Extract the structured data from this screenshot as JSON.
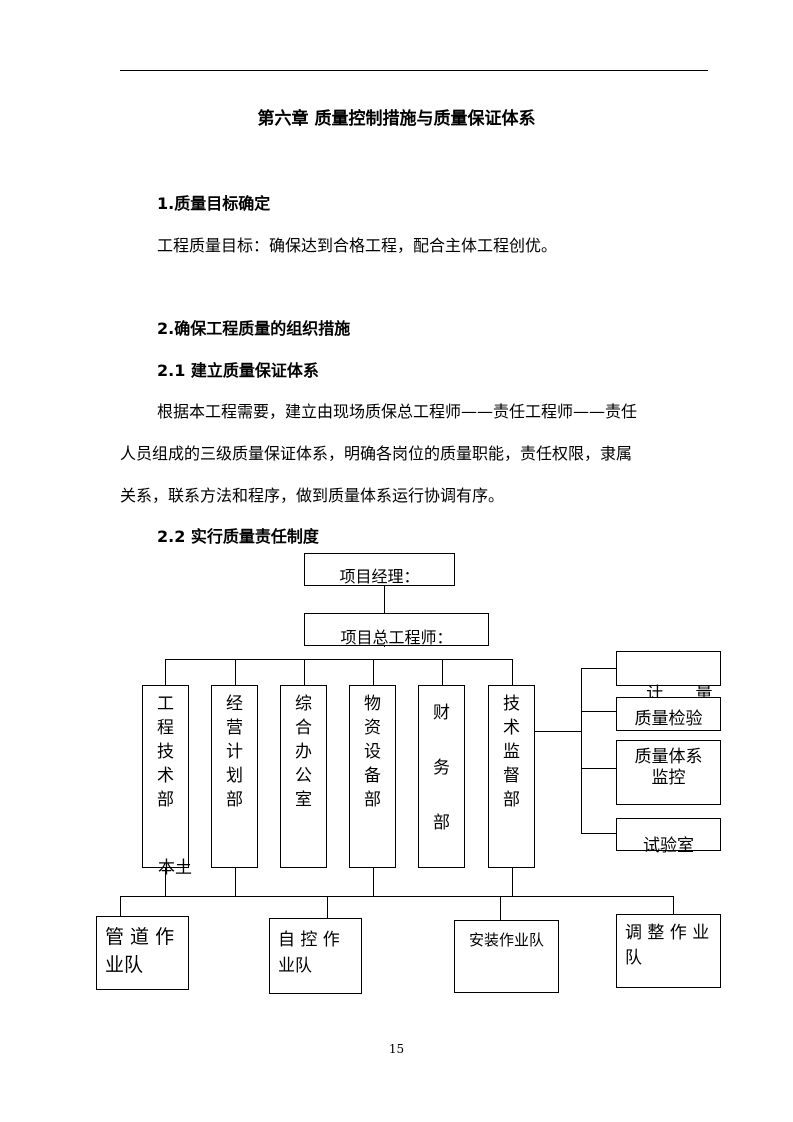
{
  "title": "第六章  质量控制措施与质量保证体系",
  "s1": {
    "heading": "1.质量目标确定",
    "text": "工程质量目标：确保达到合格工程，配合主体工程创优。"
  },
  "s2": {
    "heading": "2.确保工程质量的组织措施"
  },
  "s21": {
    "heading": "2.1    建立质量保证体系",
    "lines": [
      "根据本工程需要，建立由现场质保总工程师——责任工程师——责任",
      "人员组成的三级质量保证体系，明确各岗位的质量职能，责任权限，隶属",
      "关系，联系方法和程序，做到质量体系运行协调有序。"
    ]
  },
  "s22": {
    "heading": "2.2    实行质量责任制度"
  },
  "org": {
    "manager": "项目经理：",
    "chief_engineer": "项目总工程师：",
    "departments": [
      [
        "工",
        "程",
        "技",
        "术",
        "部"
      ],
      [
        "经",
        "营",
        "计",
        "划",
        "部"
      ],
      [
        "综",
        "合",
        "办",
        "公",
        "室"
      ],
      [
        "物",
        "资",
        "设",
        "备",
        "部"
      ],
      [
        "财",
        "务",
        "部"
      ],
      [
        "技",
        "术",
        "监",
        "督",
        "部"
      ]
    ],
    "side_boxes": [
      "计      量",
      "质量检验",
      "质量体系监控",
      "试验室"
    ],
    "stray_text": "本土",
    "teams": [
      "管 道 作 业队",
      "自 控 作 业队",
      "安装作业队",
      "调 整 作 业 队"
    ]
  },
  "page_number": "15"
}
